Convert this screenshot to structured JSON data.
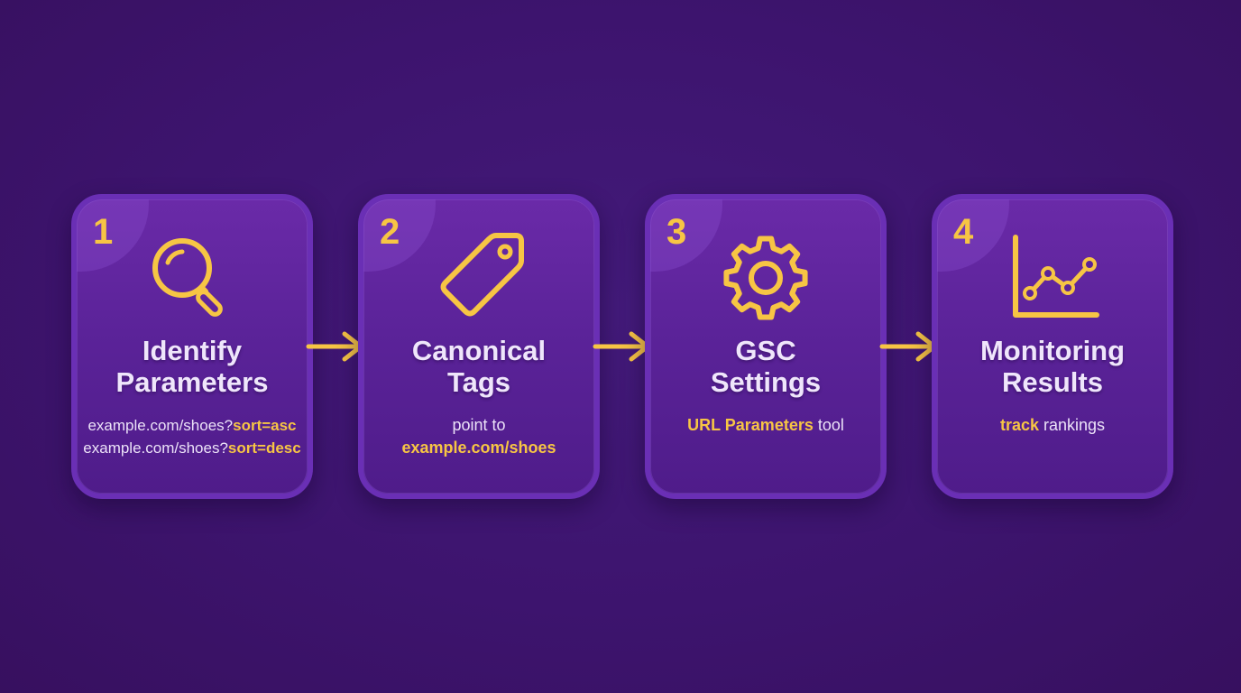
{
  "colors": {
    "background": "#3e1570",
    "card": "#5b2399",
    "card_border": "#6a2fb5",
    "accent": "#f7c544",
    "text": "#efe6fb"
  },
  "steps": [
    {
      "number": "1",
      "icon": "magnifier-icon",
      "title_line1": "Identify",
      "title_line2": "Parameters",
      "desc": {
        "line1_plain": "example.com/shoes?",
        "line1_hl": "sort=asc",
        "line2_plain": "example.com/shoes?",
        "line2_hl": "sort=desc"
      }
    },
    {
      "number": "2",
      "icon": "tag-icon",
      "title_line1": "Canonical",
      "title_line2": "Tags",
      "desc": {
        "line1_plain": "point to",
        "line2_hl": "example.com/shoes"
      }
    },
    {
      "number": "3",
      "icon": "gear-icon",
      "title_line1": "GSC",
      "title_line2": "Settings",
      "desc": {
        "line1_hl": "URL Parameters",
        "line1_plain": " tool"
      }
    },
    {
      "number": "4",
      "icon": "line-chart-icon",
      "title_line1": "Monitoring",
      "title_line2": "Results",
      "desc": {
        "line1_hl": "track",
        "line1_plain": " rankings"
      }
    }
  ]
}
